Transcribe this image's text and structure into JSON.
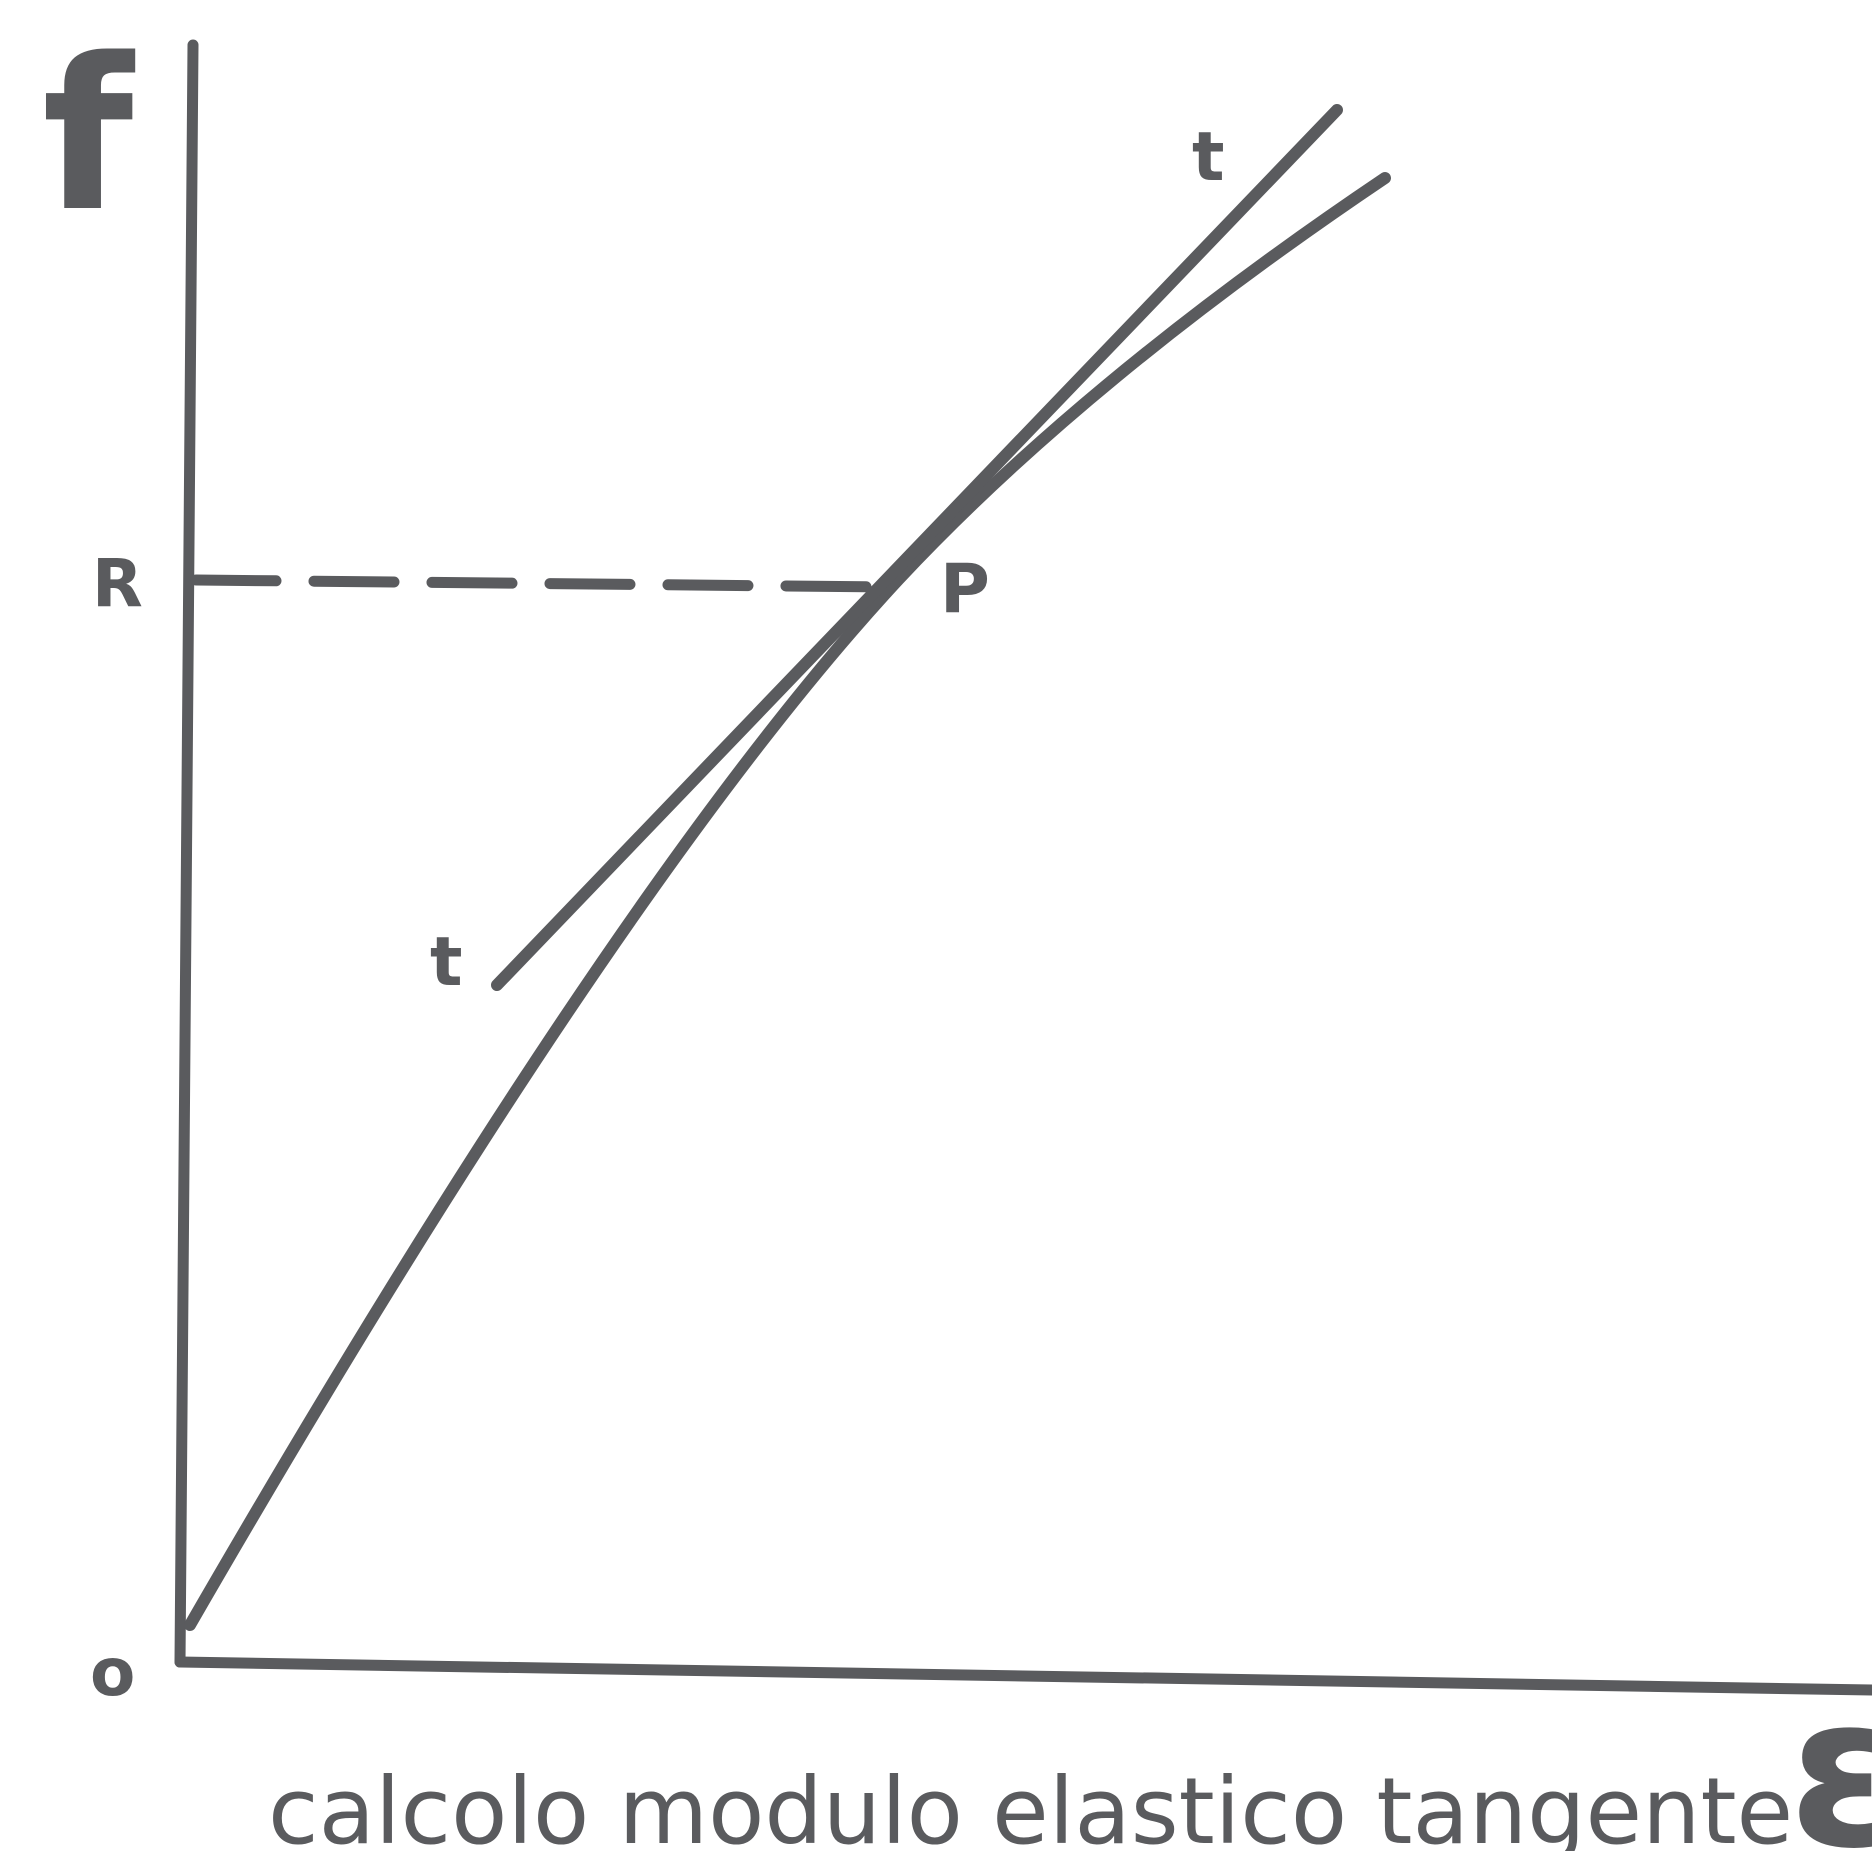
{
  "diagram": {
    "y_axis_label": "f",
    "x_axis_label": "ε",
    "origin_label": "o",
    "reference_level_label": "R",
    "point_label": "P",
    "tangent_end_labels": [
      "t",
      "t"
    ],
    "caption": "calcolo modulo elastico tangente",
    "ink_color": "#5a5b5e"
  }
}
